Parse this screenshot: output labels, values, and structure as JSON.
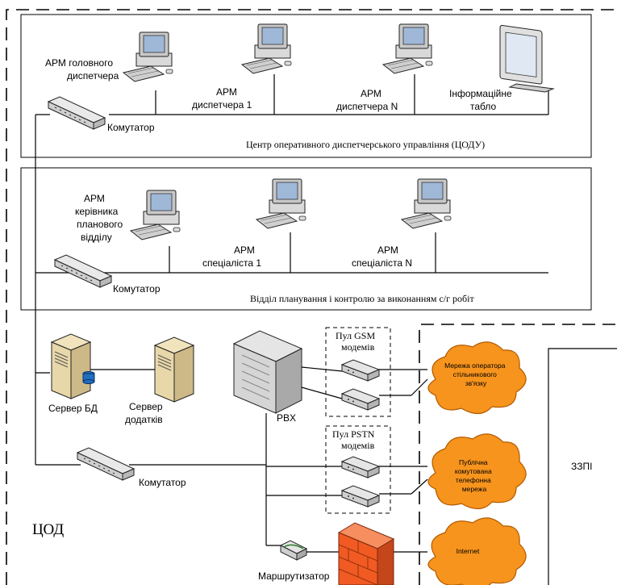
{
  "colors": {
    "line": "#000000",
    "screen": "#9fb8d8",
    "cloud": "#f7941d",
    "firewall": "#f15a22",
    "server": "#e8d7a8"
  },
  "outer": {
    "label": "ЦОД"
  },
  "codu": {
    "title": "Центр оперативного диспетчерського управління (ЦОДУ)",
    "ws_main": [
      "АРМ головного",
      "диспетчера"
    ],
    "ws_1": [
      "АРМ",
      "диспетчера 1"
    ],
    "ws_n": [
      "АРМ",
      "диспетчера N"
    ],
    "board": [
      "Інформаційне",
      "табло"
    ],
    "switch": "Комутатор"
  },
  "planning": {
    "title": "Відділ планування і контролю за виконанням с/г робіт",
    "ws_head": [
      "АРМ",
      "керівника",
      "планового",
      "відділу"
    ],
    "ws_1": [
      "АРМ",
      "спеціаліста 1"
    ],
    "ws_n": [
      "АРМ",
      "спеціаліста N"
    ],
    "switch": "Комутатор"
  },
  "datacenter": {
    "db_server": "Сервер БД",
    "app_server": [
      "Сервер",
      "додатків"
    ],
    "pbx": "PBX",
    "switch": "Комутатор",
    "router": "Маршрутизатор",
    "gsm_pool": [
      "Пул GSM",
      "модемів"
    ],
    "pstn_pool": [
      "Пул PSTN",
      "модемів"
    ]
  },
  "external": {
    "label": "ЗЗПІ",
    "cloud_gsm": [
      "Мережа оператора",
      "стільникового",
      "зв'язку"
    ],
    "cloud_pstn": [
      "Публічна",
      "комутована",
      "телефонна",
      "мережа"
    ],
    "cloud_inet": [
      "Internet"
    ]
  }
}
